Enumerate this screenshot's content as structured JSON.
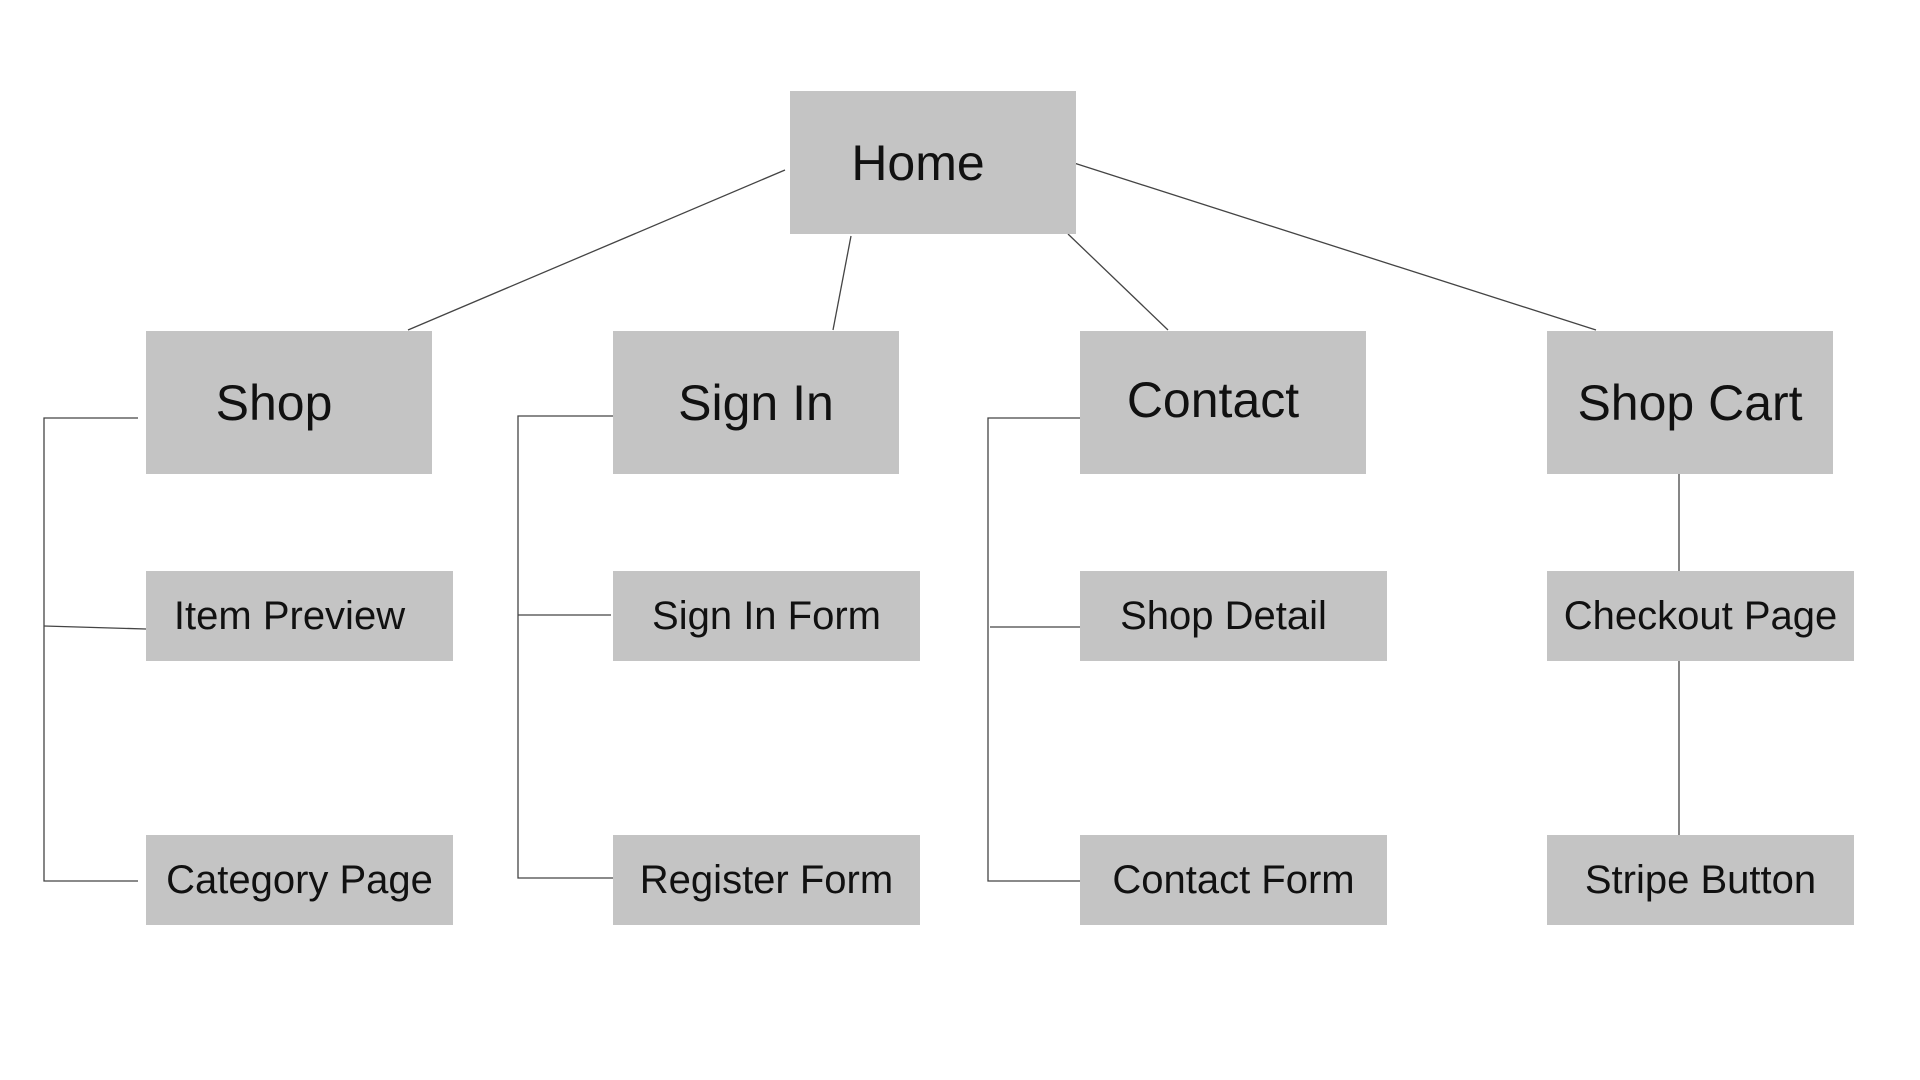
{
  "diagram": {
    "root": {
      "label": "Home"
    },
    "branches": [
      {
        "label": "Shop",
        "children": [
          {
            "label": "Item Preview"
          },
          {
            "label": "Category Page"
          }
        ]
      },
      {
        "label": "Sign In",
        "children": [
          {
            "label": "Sign In Form"
          },
          {
            "label": "Register Form"
          }
        ]
      },
      {
        "label": "Contact",
        "children": [
          {
            "label": "Shop Detail"
          },
          {
            "label": "Contact Form"
          }
        ]
      },
      {
        "label": "Shop Cart",
        "children": [
          {
            "label": "Checkout Page"
          },
          {
            "label": "Stripe Button"
          }
        ]
      }
    ],
    "colors": {
      "node_fill": "#c4c4c4",
      "connector": "#444444",
      "background": "#ffffff"
    }
  }
}
